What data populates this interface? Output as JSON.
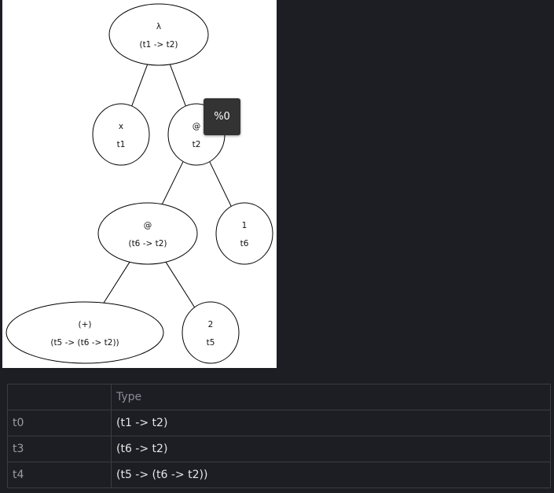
{
  "tree": {
    "nodes": [
      {
        "id": "root",
        "label": "λ",
        "type": "(t1 -> t2)"
      },
      {
        "id": "x",
        "label": "x",
        "type": "t1"
      },
      {
        "id": "app1",
        "label": "@",
        "type": "t2"
      },
      {
        "id": "app2",
        "label": "@",
        "type": "(t6 -> t2)"
      },
      {
        "id": "one",
        "label": "1",
        "type": "t6"
      },
      {
        "id": "plus",
        "label": "(+)",
        "type": "(t5 -> (t6 -> t2))"
      },
      {
        "id": "two",
        "label": "2",
        "type": "t5"
      }
    ],
    "edges": [
      [
        "root",
        "x"
      ],
      [
        "root",
        "app1"
      ],
      [
        "app1",
        "app2"
      ],
      [
        "app1",
        "one"
      ],
      [
        "app2",
        "plus"
      ],
      [
        "app2",
        "two"
      ]
    ],
    "tooltip": "%0"
  },
  "table": {
    "headers": [
      "",
      "Type"
    ],
    "rows": [
      {
        "var": "t0",
        "type": "(t1 -> t2)"
      },
      {
        "var": "t3",
        "type": "(t6 -> t2)"
      },
      {
        "var": "t4",
        "type": "(t5 -> (t6 -> t2))"
      }
    ]
  }
}
